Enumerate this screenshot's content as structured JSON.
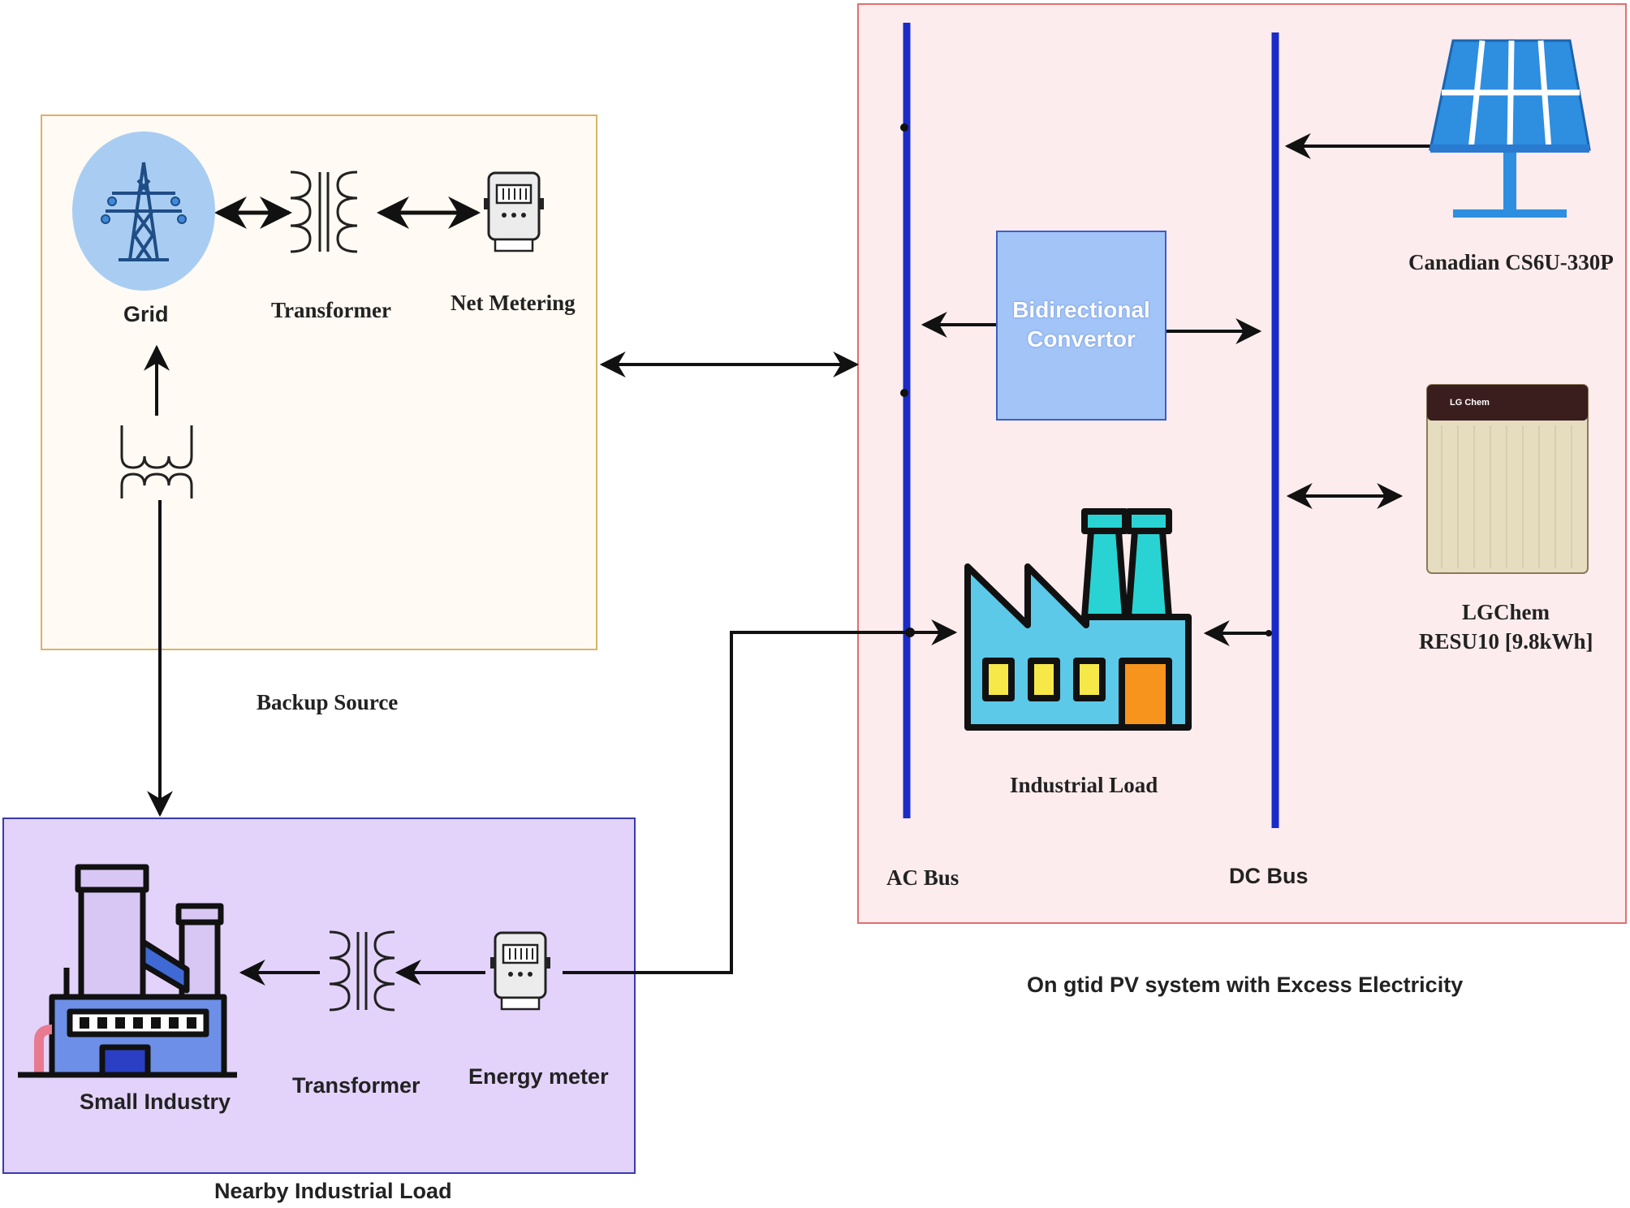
{
  "colors": {
    "backup_box_fill": "#fffaf3",
    "backup_box_border": "#d9b36b",
    "pv_box_fill": "#fdecee",
    "pv_box_border": "#e07070",
    "industry_box_fill": "#e3d3fb",
    "industry_box_border": "#3a3ab0",
    "bus": "#1a2bc8",
    "converter_fill": "#a3c4f7",
    "converter_border": "#3b5fc4",
    "wire": "#111111",
    "solar_panel": "#2e8ee0",
    "grid_circle": "#a9cdf2"
  },
  "backup_section": {
    "label": "Backup Source",
    "grid": {
      "label": "Grid",
      "icon": "transmission-tower-icon"
    },
    "transformer": {
      "label": "Transformer",
      "icon": "transformer-icon"
    },
    "net_meter": {
      "label": "Net Metering",
      "icon": "meter-icon"
    },
    "step_transformer": {
      "icon": "transformer-icon"
    }
  },
  "pv_section": {
    "caption": "On gtid PV system with Excess Electricity",
    "ac_bus_label": "AC Bus",
    "dc_bus_label": "DC Bus",
    "converter": {
      "line1": "Bidirectional",
      "line2": "Convertor"
    },
    "solar": {
      "label": "Canadian CS6U-330P",
      "icon": "solar-panel-icon"
    },
    "battery": {
      "line1": "LGChem",
      "line2": "RESU10 [9.8kWh]",
      "icon": "battery-icon",
      "brand_text": "LG Chem"
    },
    "load": {
      "label": "Industrial Load",
      "icon": "factory-icon"
    }
  },
  "industry_section": {
    "label": "Nearby Industrial Load",
    "small_industry": {
      "label": "Small Industry",
      "icon": "industrial-plant-icon"
    },
    "transformer": {
      "label": "Transformer",
      "icon": "transformer-icon"
    },
    "energy_meter": {
      "label": "Energy meter",
      "icon": "meter-icon"
    }
  }
}
